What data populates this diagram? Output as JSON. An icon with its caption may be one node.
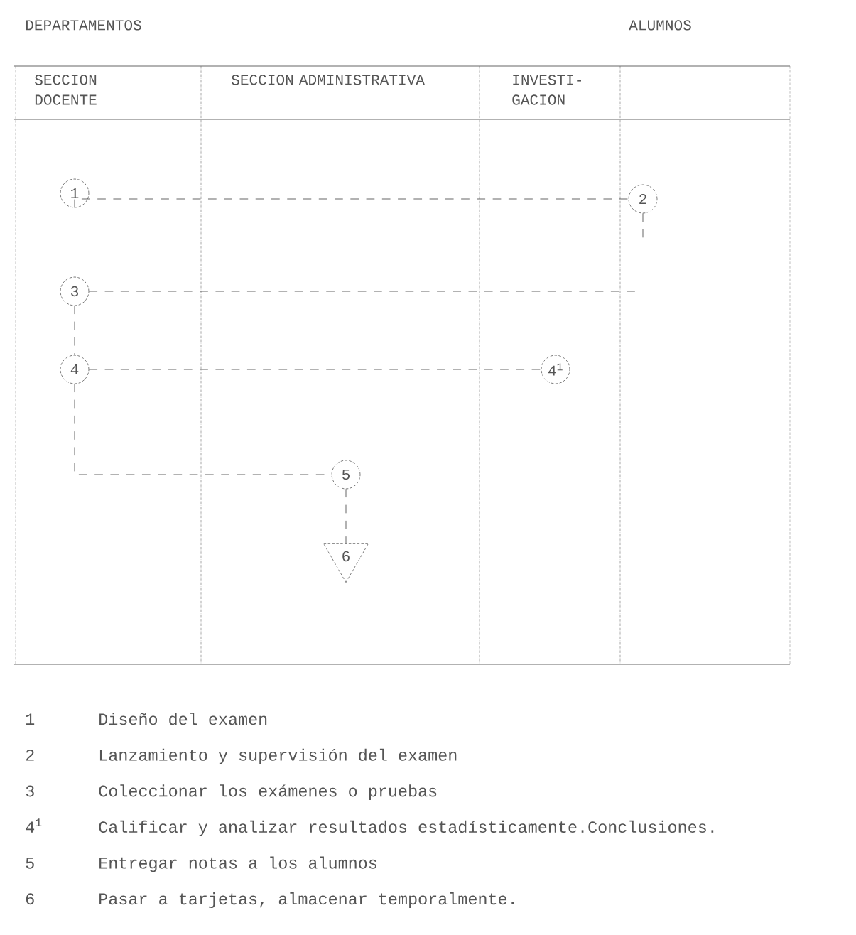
{
  "diagram": {
    "nodes": [
      {
        "text": [
          "1"
        ]
      },
      {
        "text": [
          "2"
        ]
      },
      {
        "text": [
          "3"
        ]
      },
      {
        "text": [
          "4"
        ]
      },
      {
        "text": [
          "4$^{1}$"
        ]
      },
      {
        "text": [
          "5"
        ]
      },
      {
        "text": [
          "6"
        ]
      }
    ],
    "edges": [
      {
        "from": 0,
        "to": 1,
        "arrow": "none",
        "style": "dashed"
      },
      {
        "from": 1,
        "to": null,
        "arrow": "none",
        "style": "dashed"
      },
      {
        "from": 2,
        "to": null,
        "arrow": "none",
        "style": "dashed"
      },
      {
        "from": 2,
        "to": 3,
        "arrow": "none",
        "style": "dashed"
      },
      {
        "from": 3,
        "to": 4,
        "arrow": "none",
        "style": "dashed"
      },
      {
        "from": 3,
        "to": 5,
        "arrow": "none",
        "style": "dashed"
      },
      {
        "from": 5,
        "to": 6,
        "arrow": "none",
        "style": "dashed"
      }
    ],
    "labels": [
      "DEPARTAMENTOS",
      "ALUMNOS",
      "SECCION DOCENTE",
      "SECCION ADMINISTRATIVA",
      "INVESTI- GACION",
      "1",
      "Diseño del examen",
      "2",
      "Lanzamiento y supervisión del examen",
      "3",
      "Coleccionar los exámenes o pruebas",
      "4$^{1}$",
      "Calificar y analizar resultados estadísticamente.Conclusiones.",
      "5",
      "Entregar notas a los alumnos",
      "6",
      "Pasar a tarjetas, almacenar temporalmente."
    ]
  }
}
